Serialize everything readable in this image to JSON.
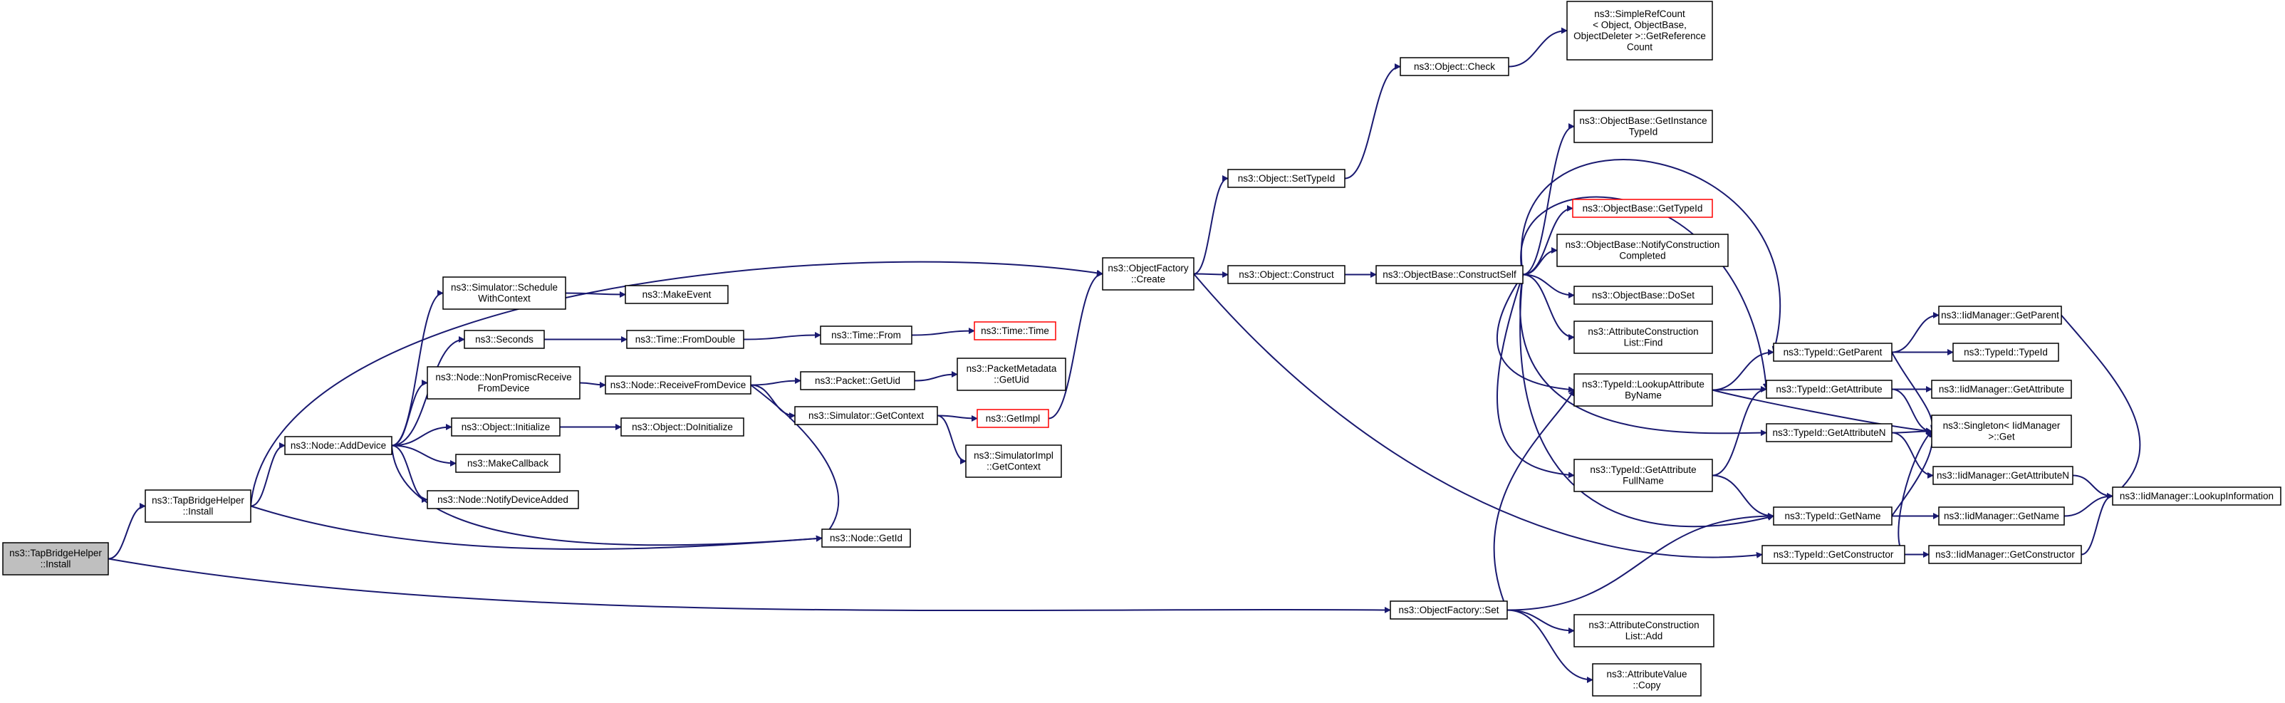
{
  "colors": {
    "edge": "#191970",
    "node_border": "#000000",
    "highlight_border": "#ff0000",
    "root_fill": "#bfbfbf",
    "node_fill": "#ffffff"
  },
  "nodes": [
    {
      "id": "n0",
      "lines": [
        "ns3::TapBridgeHelper",
        "::Install"
      ],
      "root": true
    },
    {
      "id": "n1",
      "lines": [
        "ns3::TapBridgeHelper",
        "::Install"
      ]
    },
    {
      "id": "n2",
      "lines": [
        "ns3::Node::AddDevice"
      ]
    },
    {
      "id": "n3",
      "lines": [
        "ns3::Simulator::Schedule",
        "WithContext"
      ]
    },
    {
      "id": "n4",
      "lines": [
        "ns3::MakeEvent"
      ]
    },
    {
      "id": "n5",
      "lines": [
        "ns3::Seconds"
      ]
    },
    {
      "id": "n6",
      "lines": [
        "ns3::Time::FromDouble"
      ]
    },
    {
      "id": "n7",
      "lines": [
        "ns3::Time::From"
      ]
    },
    {
      "id": "n8",
      "lines": [
        "ns3::Time::Time"
      ],
      "highlight": true
    },
    {
      "id": "n9",
      "lines": [
        "ns3::Node::NonPromiscReceive",
        "FromDevice"
      ]
    },
    {
      "id": "n10",
      "lines": [
        "ns3::Node::ReceiveFromDevice"
      ]
    },
    {
      "id": "n11",
      "lines": [
        "ns3::Packet::GetUid"
      ]
    },
    {
      "id": "n12",
      "lines": [
        "ns3::PacketMetadata",
        "::GetUid"
      ]
    },
    {
      "id": "n13",
      "lines": [
        "ns3::Simulator::GetContext"
      ]
    },
    {
      "id": "n14",
      "lines": [
        "ns3::GetImpl"
      ],
      "highlight": true
    },
    {
      "id": "n15",
      "lines": [
        "ns3::SimulatorImpl",
        "::GetContext"
      ]
    },
    {
      "id": "n16",
      "lines": [
        "ns3::Object::Initialize"
      ]
    },
    {
      "id": "n17",
      "lines": [
        "ns3::Object::DoInitialize"
      ]
    },
    {
      "id": "n18",
      "lines": [
        "ns3::MakeCallback"
      ]
    },
    {
      "id": "n19",
      "lines": [
        "ns3::Node::NotifyDeviceAdded"
      ]
    },
    {
      "id": "n20",
      "lines": [
        "ns3::Node::GetId"
      ]
    },
    {
      "id": "n21",
      "lines": [
        "ns3::ObjectFactory",
        "::Create"
      ]
    },
    {
      "id": "n22",
      "lines": [
        "ns3::Object::SetTypeId"
      ]
    },
    {
      "id": "n23",
      "lines": [
        "ns3::Object::Check"
      ]
    },
    {
      "id": "n24",
      "lines": [
        "ns3::SimpleRefCount",
        "< Object, ObjectBase,",
        "ObjectDeleter >::GetReference",
        "Count"
      ]
    },
    {
      "id": "n25",
      "lines": [
        "ns3::Object::Construct"
      ]
    },
    {
      "id": "n26",
      "lines": [
        "ns3::ObjectBase::ConstructSelf"
      ]
    },
    {
      "id": "n27",
      "lines": [
        "ns3::ObjectBase::GetInstance",
        "TypeId"
      ]
    },
    {
      "id": "n28",
      "lines": [
        "ns3::ObjectBase::GetTypeId"
      ],
      "highlight": true
    },
    {
      "id": "n29",
      "lines": [
        "ns3::ObjectBase::NotifyConstruction",
        "Completed"
      ]
    },
    {
      "id": "n30",
      "lines": [
        "ns3::ObjectBase::DoSet"
      ]
    },
    {
      "id": "n31",
      "lines": [
        "ns3::AttributeConstruction",
        "List::Find"
      ]
    },
    {
      "id": "n32",
      "lines": [
        "ns3::TypeId::LookupAttribute",
        "ByName"
      ]
    },
    {
      "id": "n33",
      "lines": [
        "ns3::TypeId::GetAttribute",
        "FullName"
      ]
    },
    {
      "id": "n34",
      "lines": [
        "ns3::TypeId::GetParent"
      ]
    },
    {
      "id": "n35",
      "lines": [
        "ns3::TypeId::GetAttribute"
      ]
    },
    {
      "id": "n36",
      "lines": [
        "ns3::TypeId::GetAttributeN"
      ]
    },
    {
      "id": "n37",
      "lines": [
        "ns3::TypeId::GetName"
      ]
    },
    {
      "id": "n38",
      "lines": [
        "ns3::TypeId::GetConstructor"
      ]
    },
    {
      "id": "n39",
      "lines": [
        "ns3::IidManager::GetParent"
      ]
    },
    {
      "id": "n40",
      "lines": [
        "ns3::TypeId::TypeId"
      ]
    },
    {
      "id": "n41",
      "lines": [
        "ns3::IidManager::GetAttribute"
      ]
    },
    {
      "id": "n42",
      "lines": [
        "ns3::Singleton< IidManager",
        ">::Get"
      ]
    },
    {
      "id": "n43",
      "lines": [
        "ns3::IidManager::GetAttributeN"
      ]
    },
    {
      "id": "n44",
      "lines": [
        "ns3::IidManager::GetName"
      ]
    },
    {
      "id": "n45",
      "lines": [
        "ns3::IidManager::GetConstructor"
      ]
    },
    {
      "id": "n46",
      "lines": [
        "ns3::IidManager::LookupInformation"
      ]
    },
    {
      "id": "n47",
      "lines": [
        "ns3::ObjectFactory::Set"
      ]
    },
    {
      "id": "n48",
      "lines": [
        "ns3::AttributeConstruction",
        "List::Add"
      ]
    },
    {
      "id": "n49",
      "lines": [
        "ns3::AttributeValue",
        "::Copy"
      ]
    }
  ],
  "edges": [
    [
      "n0",
      "n1"
    ],
    [
      "n0",
      "n47"
    ],
    [
      "n1",
      "n2"
    ],
    [
      "n1",
      "n21"
    ],
    [
      "n1",
      "n20"
    ],
    [
      "n2",
      "n3"
    ],
    [
      "n2",
      "n5"
    ],
    [
      "n2",
      "n9"
    ],
    [
      "n2",
      "n16"
    ],
    [
      "n2",
      "n18"
    ],
    [
      "n2",
      "n19"
    ],
    [
      "n2",
      "n20"
    ],
    [
      "n3",
      "n4"
    ],
    [
      "n5",
      "n6"
    ],
    [
      "n6",
      "n7"
    ],
    [
      "n7",
      "n8"
    ],
    [
      "n9",
      "n10"
    ],
    [
      "n10",
      "n11"
    ],
    [
      "n10",
      "n13"
    ],
    [
      "n10",
      "n20"
    ],
    [
      "n11",
      "n12"
    ],
    [
      "n13",
      "n14"
    ],
    [
      "n13",
      "n15"
    ],
    [
      "n14",
      "n21"
    ],
    [
      "n16",
      "n17"
    ],
    [
      "n21",
      "n22"
    ],
    [
      "n21",
      "n25"
    ],
    [
      "n21",
      "n38"
    ],
    [
      "n22",
      "n23"
    ],
    [
      "n23",
      "n24"
    ],
    [
      "n25",
      "n26"
    ],
    [
      "n26",
      "n27"
    ],
    [
      "n26",
      "n28"
    ],
    [
      "n26",
      "n29"
    ],
    [
      "n26",
      "n30"
    ],
    [
      "n26",
      "n31"
    ],
    [
      "n26",
      "n32"
    ],
    [
      "n26",
      "n33"
    ],
    [
      "n26",
      "n34"
    ],
    [
      "n26",
      "n35"
    ],
    [
      "n26",
      "n36"
    ],
    [
      "n26",
      "n37"
    ],
    [
      "n32",
      "n34"
    ],
    [
      "n32",
      "n35"
    ],
    [
      "n32",
      "n42"
    ],
    [
      "n33",
      "n35"
    ],
    [
      "n33",
      "n37"
    ],
    [
      "n34",
      "n39"
    ],
    [
      "n34",
      "n40"
    ],
    [
      "n34",
      "n42"
    ],
    [
      "n35",
      "n41"
    ],
    [
      "n35",
      "n42"
    ],
    [
      "n36",
      "n42"
    ],
    [
      "n36",
      "n43"
    ],
    [
      "n37",
      "n42"
    ],
    [
      "n37",
      "n44"
    ],
    [
      "n38",
      "n42"
    ],
    [
      "n38",
      "n45"
    ],
    [
      "n39",
      "n46"
    ],
    [
      "n43",
      "n46"
    ],
    [
      "n44",
      "n46"
    ],
    [
      "n45",
      "n46"
    ],
    [
      "n47",
      "n32"
    ],
    [
      "n47",
      "n37"
    ],
    [
      "n47",
      "n48"
    ],
    [
      "n47",
      "n49"
    ]
  ]
}
